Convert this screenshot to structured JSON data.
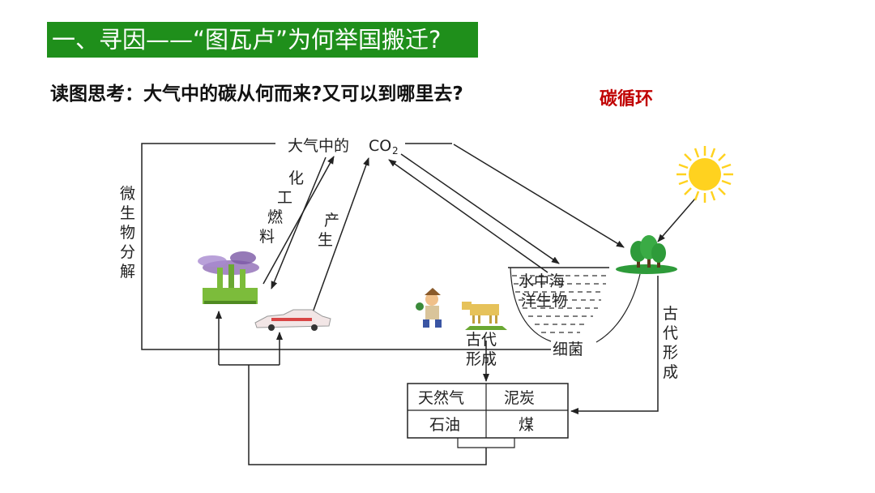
{
  "slide": {
    "title": "一、寻因——“图瓦卢”为何举国搬迁?",
    "question": "读图思考：大气中的碳从何而来?又可以到哪里去?",
    "cycle_label": "碳循环"
  },
  "diagram": {
    "atmosphere": "大气中的",
    "co2_c": "CO",
    "co2_sub": "2",
    "microbe_decomp": [
      "微",
      "生",
      "物",
      "分",
      "解"
    ],
    "chemical_fuel": [
      "化",
      "工",
      "燃",
      "料"
    ],
    "produce": [
      "产",
      "生"
    ],
    "marine": [
      "水中海",
      "洋生物"
    ],
    "bacteria": "细菌",
    "ancient_form_left": [
      "古代",
      "形成"
    ],
    "ancient_form_right": [
      "古",
      "代",
      "形",
      "成"
    ],
    "fossil_fuels": {
      "natural_gas": "天然气",
      "peat": "泥炭",
      "oil": "石油",
      "coal": "煤"
    }
  },
  "colors": {
    "title_bg": "#1f8f1b",
    "cycle_label": "#c00000",
    "sun": "#ffd21f",
    "tree": "#2e9b3a",
    "factory": "#7cbc3b",
    "smoke": "#8f6bb5"
  }
}
